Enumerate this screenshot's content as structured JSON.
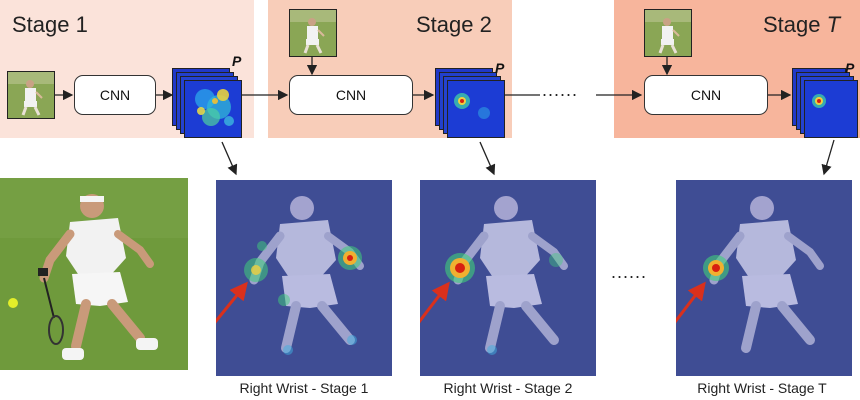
{
  "stages": [
    {
      "label": "Stage 1",
      "num": ""
    },
    {
      "label": "Stage 2",
      "num": ""
    },
    {
      "label": "Stage ",
      "num": "T"
    }
  ],
  "cnn_label": "CNN",
  "belief_label": "P",
  "dots": "......",
  "captions": [
    "Right Wrist - Stage 1",
    "Right Wrist - Stage 2",
    "Right Wrist - Stage T"
  ],
  "colors": {
    "stage1_panel": "#fbe3da",
    "stage2_panel": "#f8cdb9",
    "stageT_panel": "#f7b59c",
    "arrow_red": "#d9301c",
    "heatmap_bg": "#2a3fd0",
    "overlay_bg": "#45508e",
    "grass": "#6f9a3c"
  }
}
